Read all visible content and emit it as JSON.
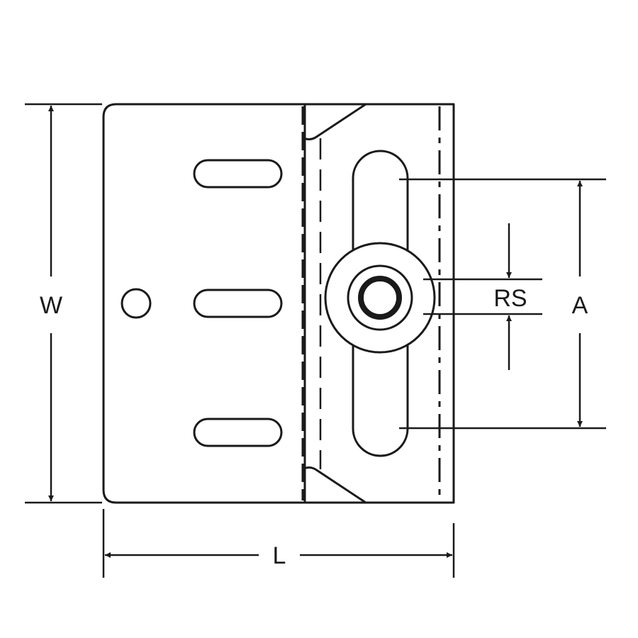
{
  "drawing": {
    "labels": {
      "width": "W",
      "length": "L",
      "slot_spacing": "A",
      "rod_size": "RS"
    },
    "line_color": "#1a1a1a",
    "background": "#ffffff"
  }
}
